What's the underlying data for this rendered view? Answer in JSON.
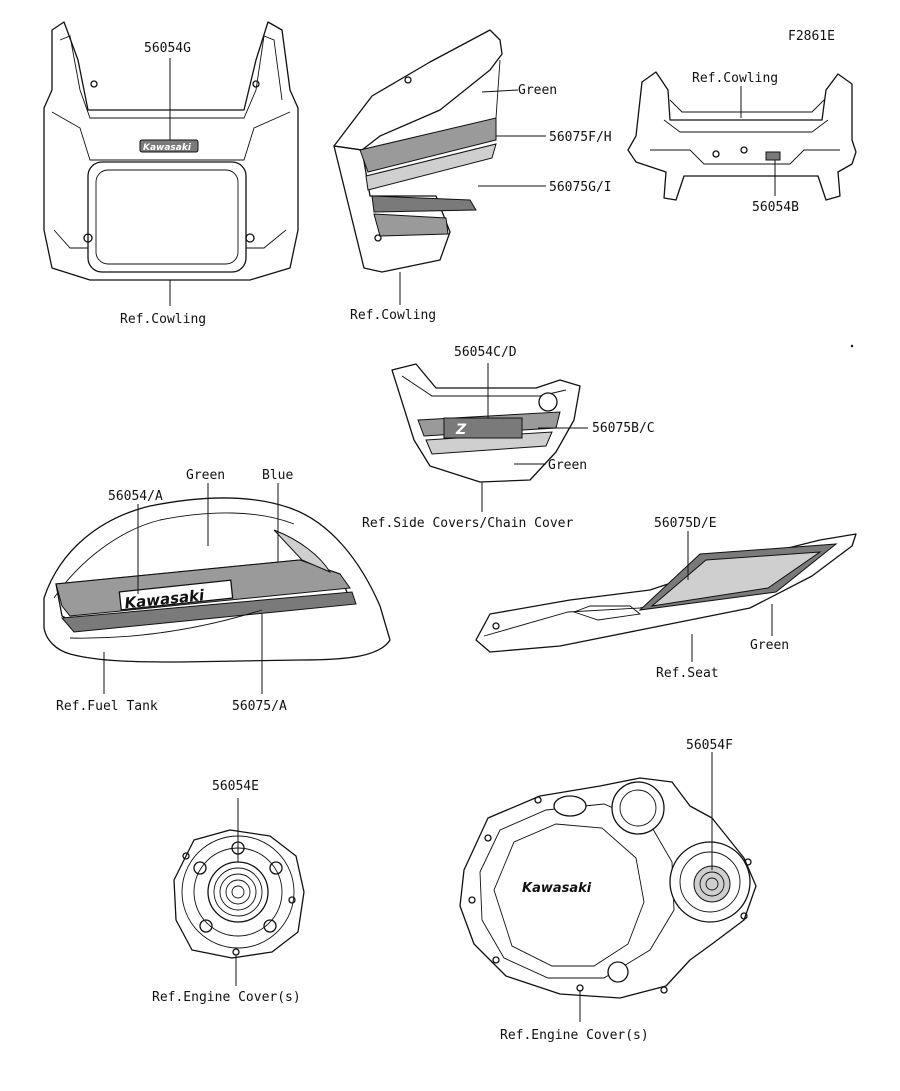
{
  "figure_code": "F2861E",
  "parts": {
    "cowl_front_decal": "56054G",
    "cowl_front_ref": "Ref.Cowling",
    "cowl_side_green": "Green",
    "cowl_side_stripe_fh": "56075F/H",
    "cowl_side_stripe_gi": "56075G/I",
    "cowl_side_ref": "Ref.Cowling",
    "cowl_rear_ref": "Ref.Cowling",
    "cowl_rear_decal": "56054B",
    "side_cover_emblem": "56054C/D",
    "side_cover_stripe": "56075B/C",
    "side_cover_green": "Green",
    "side_cover_ref": "Ref.Side Covers/Chain Cover",
    "tank_green": "Green",
    "tank_blue": "Blue",
    "tank_emblem": "56054/A",
    "tank_ref": "Ref.Fuel Tank",
    "tank_stripe": "56075/A",
    "seat_stripe": "56075D/E",
    "seat_green": "Green",
    "seat_ref": "Ref.Seat",
    "engine_small_decal": "56054E",
    "engine_small_ref": "Ref.Engine Cover(s)",
    "engine_large_decal": "56054F",
    "engine_large_ref": "Ref.Engine Cover(s)"
  },
  "logos": {
    "brand": "Kawasaki",
    "side_emblem": "Z"
  }
}
